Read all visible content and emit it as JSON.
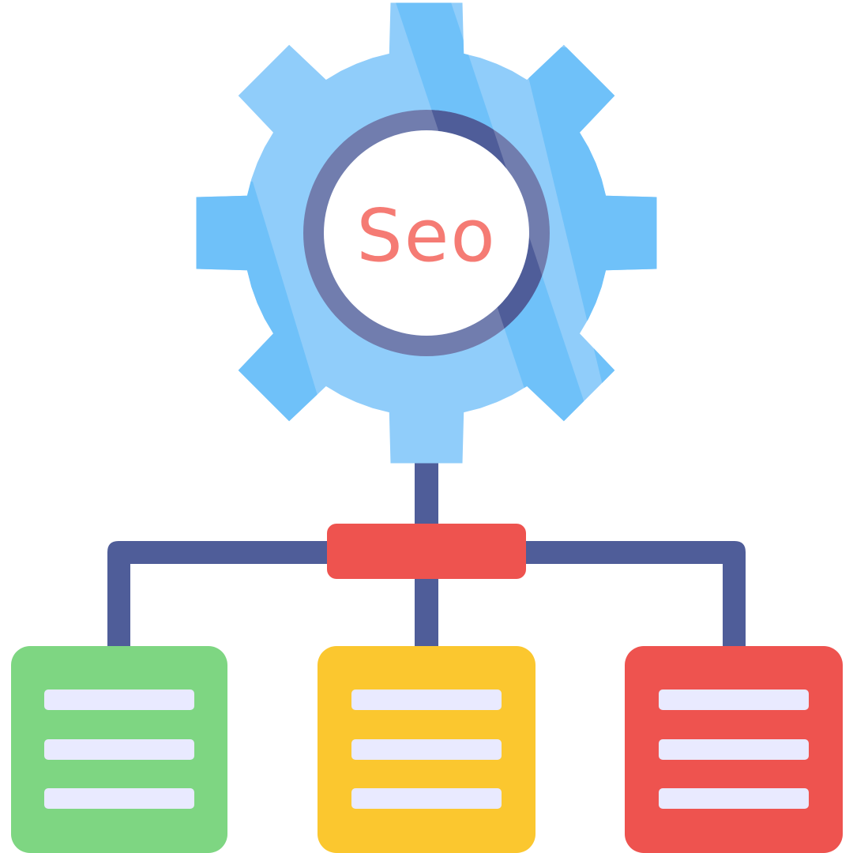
{
  "diagram": {
    "gear_label": "Seo",
    "gear_icon": "gear-icon",
    "hub_icon": "hub-block",
    "cards": [
      {
        "name": "card-left",
        "color": "#7ed682",
        "lines": 3
      },
      {
        "name": "card-center",
        "color": "#fbc72f",
        "lines": 3
      },
      {
        "name": "card-right",
        "color": "#ee534f",
        "lines": 3
      }
    ]
  },
  "colors": {
    "gear_light": "#90cdfa",
    "gear_dark": "#6fc1f9",
    "ring": "#717dae",
    "ring_shadow": "#4f5d99",
    "text_light": "#f57b74",
    "text_dark": "#ee534f",
    "connector": "#4f5d99",
    "hub": "#ee534f",
    "line_fill": "#e9eaff"
  }
}
